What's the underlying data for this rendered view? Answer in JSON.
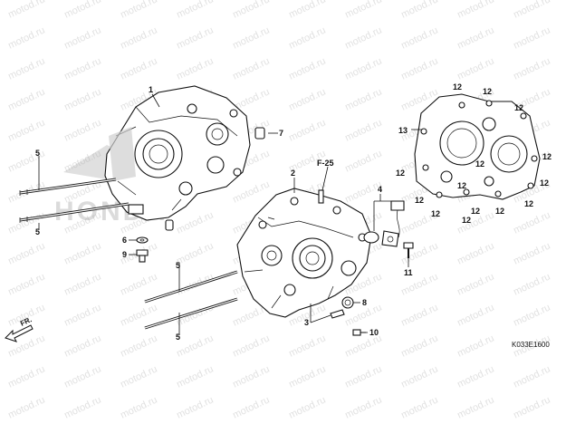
{
  "watermark": {
    "text": "motod.ru",
    "logo_text": "HONDA"
  },
  "diagram": {
    "reference": "F-25",
    "code": "K033E1600",
    "direction": "FR."
  },
  "callouts": [
    {
      "id": "c1",
      "text": "1"
    },
    {
      "id": "c2",
      "text": "2"
    },
    {
      "id": "c3",
      "text": "3"
    },
    {
      "id": "c4",
      "text": "4"
    },
    {
      "id": "c5a",
      "text": "5"
    },
    {
      "id": "c5b",
      "text": "5"
    },
    {
      "id": "c5c",
      "text": "5"
    },
    {
      "id": "c5d",
      "text": "5"
    },
    {
      "id": "c6",
      "text": "6"
    },
    {
      "id": "c7",
      "text": "7"
    },
    {
      "id": "c8",
      "text": "8"
    },
    {
      "id": "c9",
      "text": "9"
    },
    {
      "id": "c10",
      "text": "10"
    },
    {
      "id": "c11",
      "text": "11"
    },
    {
      "id": "c12a",
      "text": "12"
    },
    {
      "id": "c12b",
      "text": "12"
    },
    {
      "id": "c12c",
      "text": "12"
    },
    {
      "id": "c12d",
      "text": "12"
    },
    {
      "id": "c12e",
      "text": "12"
    },
    {
      "id": "c12f",
      "text": "12"
    },
    {
      "id": "c12g",
      "text": "12"
    },
    {
      "id": "c12h",
      "text": "12"
    },
    {
      "id": "c12i",
      "text": "12"
    },
    {
      "id": "c12j",
      "text": "12"
    },
    {
      "id": "c13",
      "text": "13"
    }
  ]
}
